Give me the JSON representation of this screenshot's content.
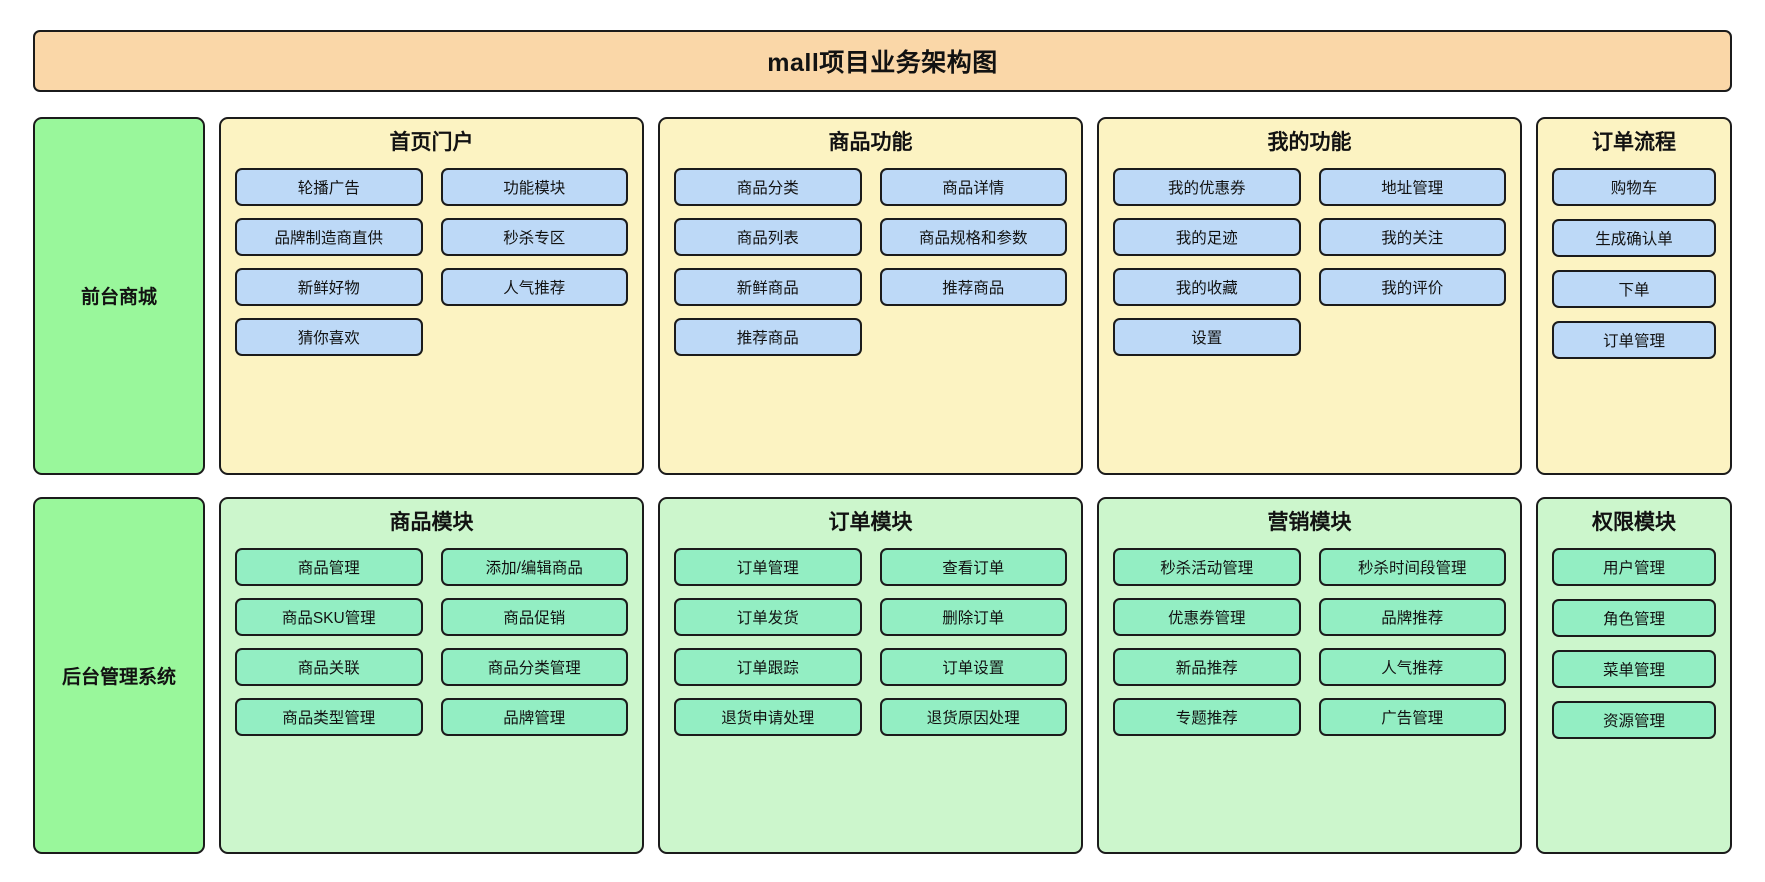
{
  "diagram": {
    "title": "mall项目业务架构图",
    "colors": {
      "title_banner_bg": "#fad7a8",
      "side_label_bg": "#99f79b",
      "frontend_panel_bg": "#fcf3c2",
      "frontend_item_bg": "#bdd9f7",
      "backend_panel_bg": "#ccf6cc",
      "backend_item_bg": "#93eec3",
      "border": "#1b1b1b"
    },
    "rows": [
      {
        "label": "前台商城",
        "panels": [
          {
            "title": "首页门户",
            "items": [
              "轮播广告",
              "功能模块",
              "品牌制造商直供",
              "秒杀专区",
              "新鲜好物",
              "人气推荐",
              "猜你喜欢"
            ]
          },
          {
            "title": "商品功能",
            "items": [
              "商品分类",
              "商品详情",
              "商品列表",
              "商品规格和参数",
              "新鲜商品",
              "推荐商品",
              "推荐商品"
            ]
          },
          {
            "title": "我的功能",
            "items": [
              "我的优惠券",
              "地址管理",
              "我的足迹",
              "我的关注",
              "我的收藏",
              "我的评价",
              "设置"
            ]
          },
          {
            "title": "订单流程",
            "items": [
              "购物车",
              "生成确认单",
              "下单",
              "订单管理"
            ]
          }
        ]
      },
      {
        "label": "后台管理系统",
        "panels": [
          {
            "title": "商品模块",
            "items": [
              "商品管理",
              "添加/编辑商品",
              "商品SKU管理",
              "商品促销",
              "商品关联",
              "商品分类管理",
              "商品类型管理",
              "品牌管理"
            ]
          },
          {
            "title": "订单模块",
            "items": [
              "订单管理",
              "查看订单",
              "订单发货",
              "删除订单",
              "订单跟踪",
              "订单设置",
              "退货申请处理",
              "退货原因处理"
            ]
          },
          {
            "title": "营销模块",
            "items": [
              "秒杀活动管理",
              "秒杀时间段管理",
              "优惠券管理",
              "品牌推荐",
              "新品推荐",
              "人气推荐",
              "专题推荐",
              "广告管理"
            ]
          },
          {
            "title": "权限模块",
            "items": [
              "用户管理",
              "角色管理",
              "菜单管理",
              "资源管理"
            ]
          }
        ]
      }
    ]
  }
}
